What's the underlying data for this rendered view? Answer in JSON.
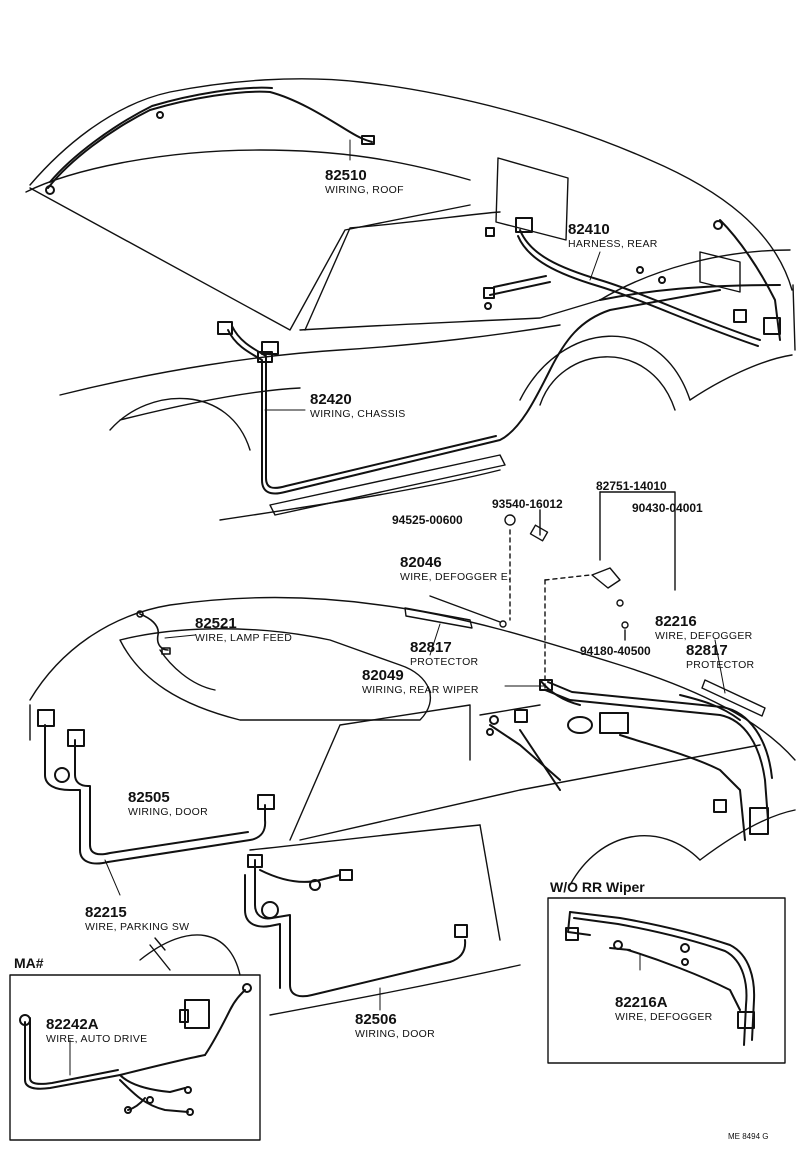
{
  "parts": [
    {
      "id": "p82510",
      "number": "82510",
      "name": "WIRING, ROOF"
    },
    {
      "id": "p82410",
      "number": "82410",
      "name": "HARNESS, REAR"
    },
    {
      "id": "p82420",
      "number": "82420",
      "name": "WIRING, CHASSIS"
    },
    {
      "id": "p82046",
      "number": "82046",
      "name": "WIRE, DEFOGGER E."
    },
    {
      "id": "p82817a",
      "number": "82817",
      "name": "PROTECTOR"
    },
    {
      "id": "p82521",
      "number": "82521",
      "name": "WIRE, LAMP FEED"
    },
    {
      "id": "p82049",
      "number": "82049",
      "name": "WIRING, REAR WIPER"
    },
    {
      "id": "p82216",
      "number": "82216",
      "name": "WIRE, DEFOGGER"
    },
    {
      "id": "p82817b",
      "number": "82817",
      "name": "PROTECTOR"
    },
    {
      "id": "p82505",
      "number": "82505",
      "name": "WIRING, DOOR"
    },
    {
      "id": "p82215",
      "number": "82215",
      "name": "WIRE, PARKING SW"
    },
    {
      "id": "p82506",
      "number": "82506",
      "name": "WIRING, DOOR"
    },
    {
      "id": "p82242A",
      "number": "82242A",
      "name": "WIRE, AUTO DRIVE"
    },
    {
      "id": "p82216A",
      "number": "82216A",
      "name": "WIRE, DEFOGGER"
    }
  ],
  "fasteners": {
    "f82751": "82751-14010",
    "f93540": "93540-16012",
    "f90430": "90430-04001",
    "f94525": "94525-00600",
    "f94180": "94180-40500"
  },
  "insets": {
    "wo_rr_wiper": "W/O  RR  Wiper",
    "ma": "MA#"
  },
  "diagram_code": "ME  8494 G"
}
